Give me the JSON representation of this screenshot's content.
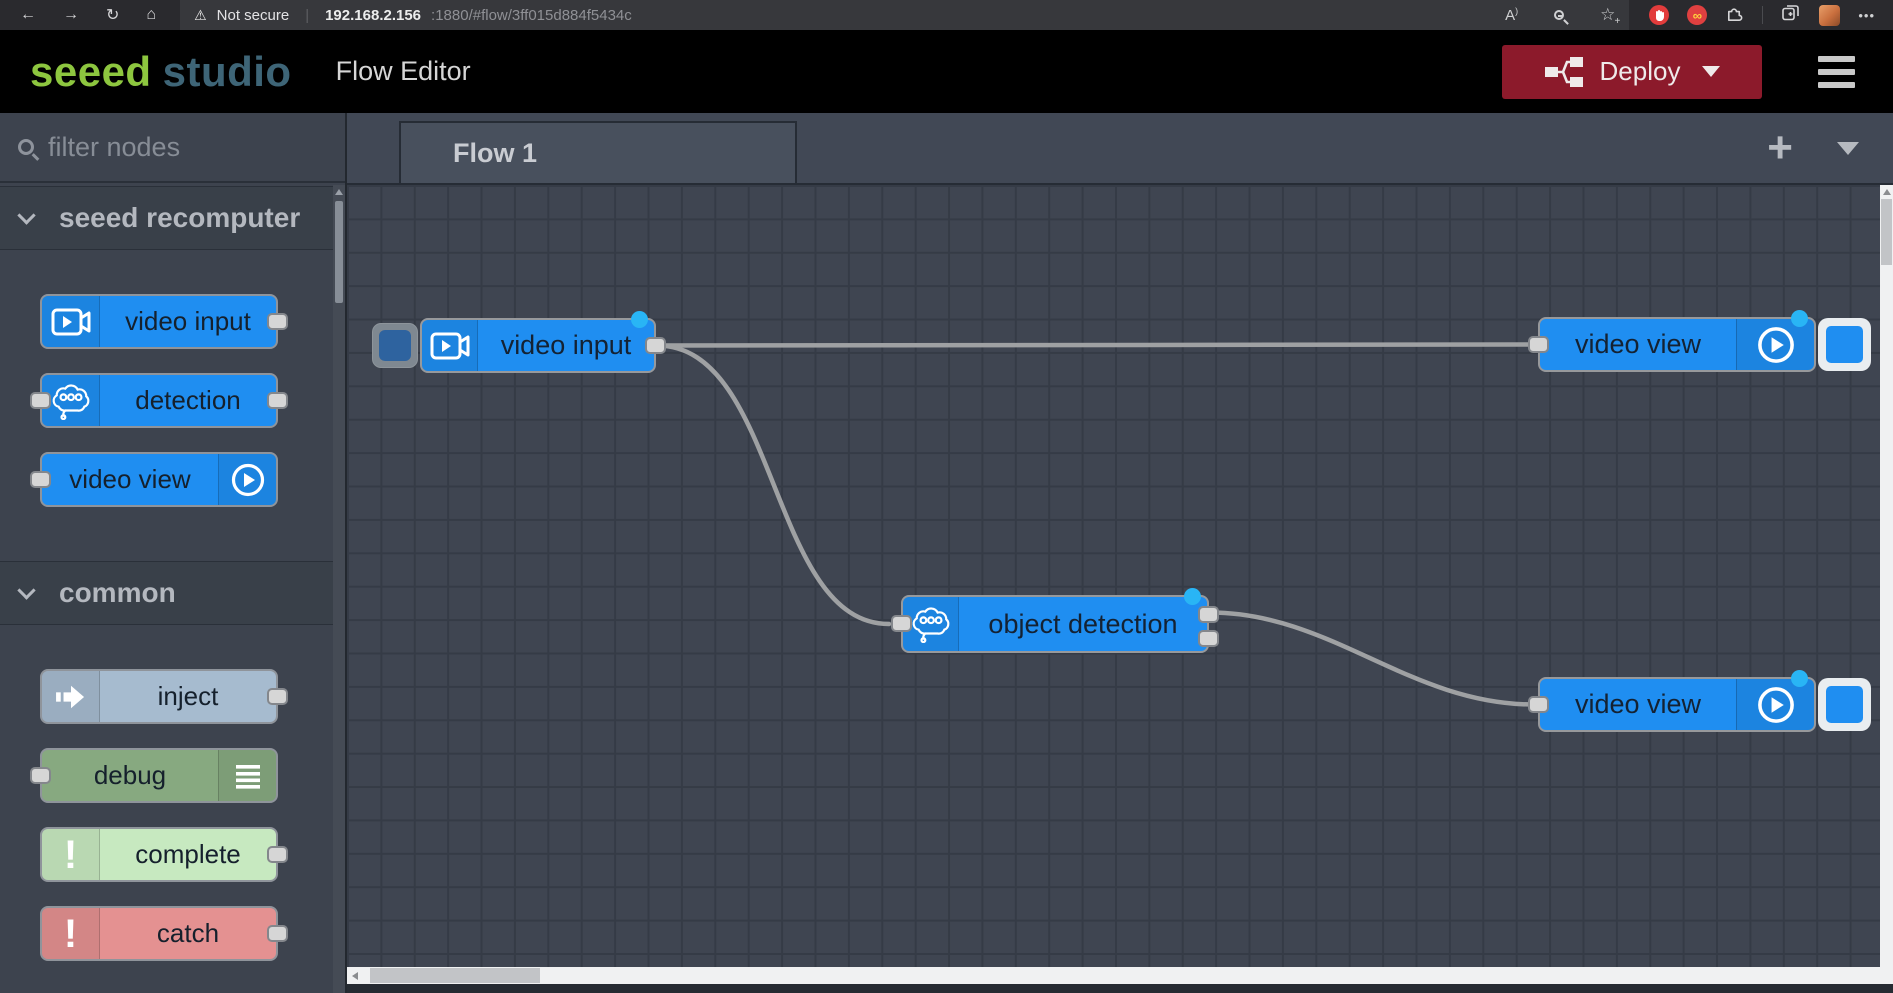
{
  "browser": {
    "nav": {
      "back": "←",
      "forward": "→",
      "refresh": "↻",
      "home": "⌂"
    },
    "security": {
      "warning_glyph": "⚠",
      "label": "Not secure"
    },
    "url": {
      "host": "192.168.2.156",
      "rest": ":1880/#flow/3ff015d884f5434c"
    },
    "actions": {
      "read_aloud": "A",
      "read_aloud_sup": ")",
      "star": "☆",
      "star_add": "+",
      "infinity": "∞",
      "menu": "•••"
    }
  },
  "header": {
    "logo_primary": "seeed",
    "logo_secondary": "studio",
    "app_title": "Flow Editor",
    "deploy": {
      "label": "Deploy"
    }
  },
  "palette": {
    "filter_placeholder": "filter nodes",
    "categories": [
      {
        "label": "seeed recomputer",
        "nodes": [
          {
            "label": "video input"
          },
          {
            "label": "detection"
          },
          {
            "label": "video view"
          }
        ]
      },
      {
        "label": "common",
        "nodes": [
          {
            "label": "inject"
          },
          {
            "label": "debug"
          },
          {
            "label": "complete"
          },
          {
            "label": "catch"
          }
        ]
      }
    ]
  },
  "workspace": {
    "tab_label": "Flow 1",
    "add_flow_glyph": "+",
    "canvas_nodes": [
      {
        "label": "video input"
      },
      {
        "label": "object detection"
      },
      {
        "label": "video view"
      },
      {
        "label": "video view"
      }
    ]
  },
  "colors": {
    "node_blue": "#1f8ef1",
    "inject_node": "#a6bbcf",
    "debug_node": "#87a980",
    "complete_node": "#c7e9c0",
    "catch_node": "#e49191",
    "deploy_red": "#8c1a2b",
    "status_dot_cyan": "#29b5f5",
    "brand_green": "#8dc63f",
    "brand_slate": "#3e6577",
    "wire_gray": "#9fa1a3",
    "canvas_bg": "#3f4551"
  }
}
